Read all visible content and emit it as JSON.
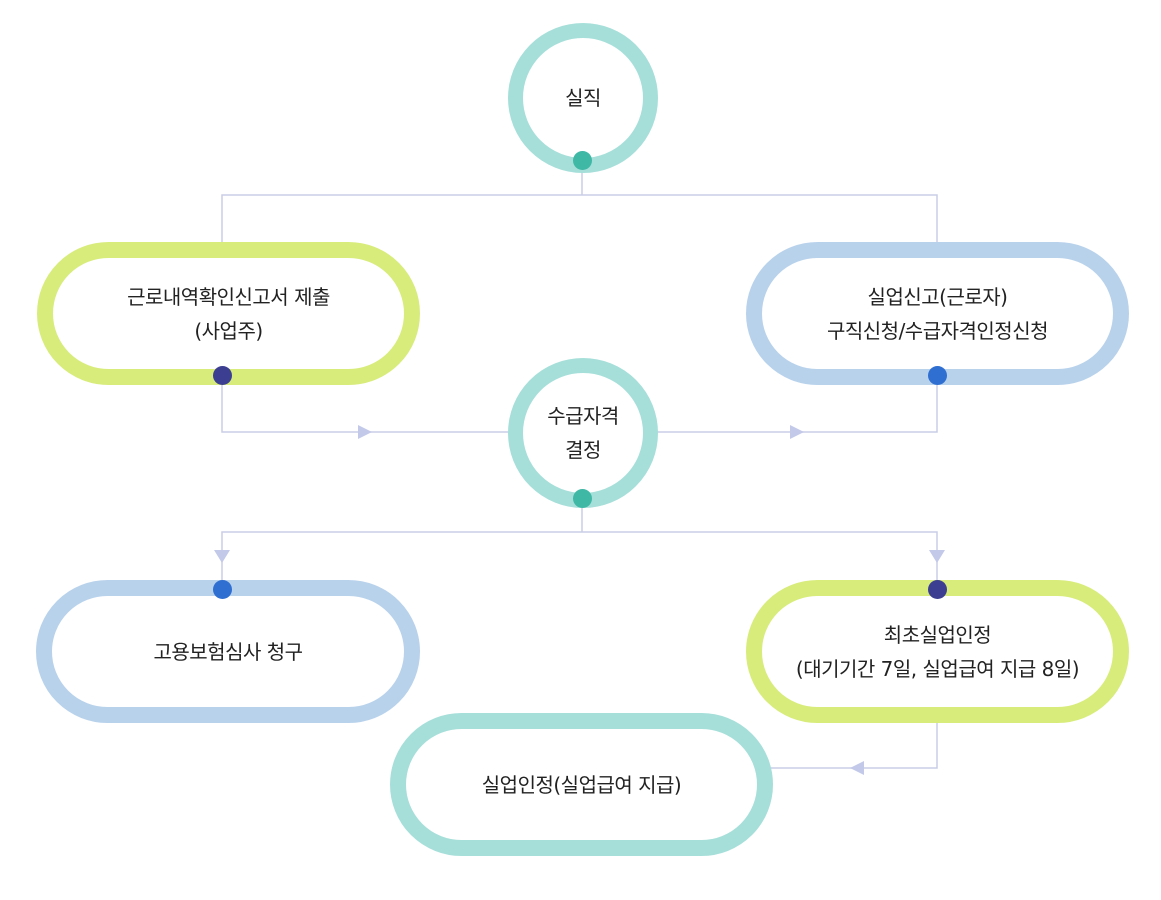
{
  "nodes": {
    "job_loss": {
      "label": "실직"
    },
    "employer_report": {
      "line1": "근로내역확인신고서 제출",
      "line2": "(사업주)"
    },
    "worker_report": {
      "line1": "실업신고(근로자)",
      "line2": "구직신청/수급자격인정신청"
    },
    "eligibility": {
      "line1": "수급자격",
      "line2": "결정"
    },
    "review_request": {
      "label": "고용보험심사 청구"
    },
    "first_recognition": {
      "line1": "최초실업인정",
      "line2": "(대기기간 7일, 실업급여 지급 8일)"
    },
    "recognition": {
      "label": "실업인정(실업급여 지급)"
    }
  },
  "colors": {
    "green_ring": "#d8ec7c",
    "blue_ring": "#b8d2ec",
    "teal_ring": "#a6dfd9",
    "connector_line": "#c9cde6",
    "arrow_head": "#c3c9e8",
    "teal_dot": "#3fb8a5",
    "navy_dot": "#3c3f91",
    "blue_dot": "#2f6fd1"
  }
}
